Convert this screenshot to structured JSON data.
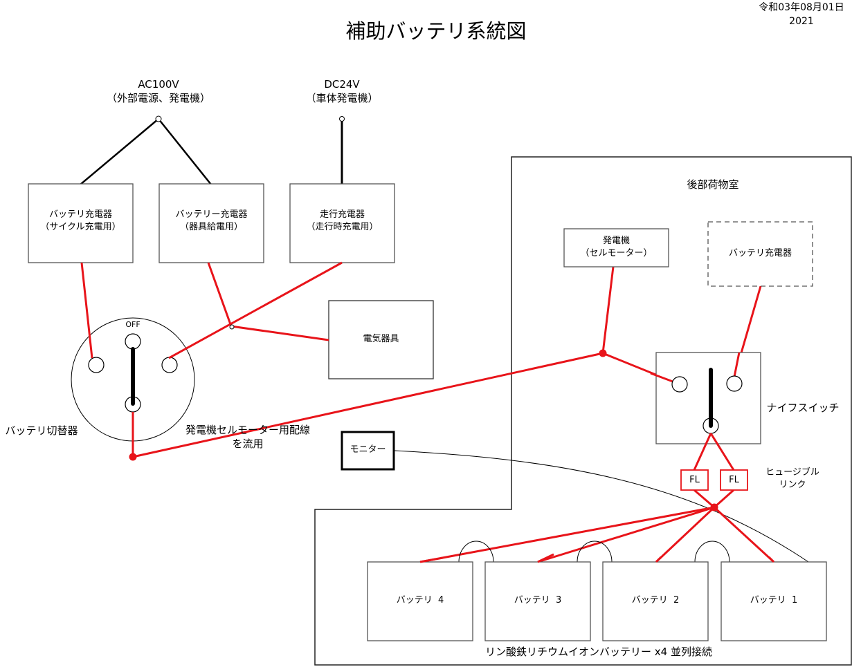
{
  "header": {
    "title": "補助バッテリ系統図",
    "date_jp": "令和03年08月01日",
    "date_year": "2021"
  },
  "sources": {
    "ac": {
      "line1": "AC100V",
      "line2": "（外部電源、発電機）"
    },
    "dc": {
      "line1": "DC24V",
      "line2": "（車体発電機）"
    }
  },
  "chargers": [
    {
      "line1": "バッテリ充電器",
      "line2": "（サイクル充電用）"
    },
    {
      "line1": "バッテリー充電器",
      "line2": "（器具給電用）"
    },
    {
      "line1": "走行充電器",
      "line2": "（走行時充電用）"
    }
  ],
  "appliance": {
    "label": "電気器具"
  },
  "selector": {
    "label": "バッテリ切替器",
    "off_label": "OFF"
  },
  "wiring_note": {
    "line1": "発電機セルモーター用配線",
    "line2": "を流用"
  },
  "monitor": {
    "label": "モニター"
  },
  "rear_compartment": {
    "title": "後部荷物室",
    "generator": {
      "line1": "発電機",
      "line2": "（セルモーター）"
    },
    "onboard_charger": {
      "label": "バッテリ充電器",
      "style": "dashed (optional)"
    },
    "knife_switch": {
      "label": "ナイフスイッチ"
    },
    "fusible_link": {
      "box_label": "FL",
      "line1": "ヒュージブル",
      "line2": "リンク"
    },
    "batteries": [
      {
        "label": "バッテリ  4"
      },
      {
        "label": "バッテリ  3"
      },
      {
        "label": "バッテリ  2"
      },
      {
        "label": "バッテリ  1"
      }
    ],
    "battery_caption": "リン酸鉄リチウムイオンバッテリー x4 並列接続"
  },
  "colors": {
    "power_line": "#e8141a",
    "wire": "#000000",
    "box_border": "#555555"
  }
}
